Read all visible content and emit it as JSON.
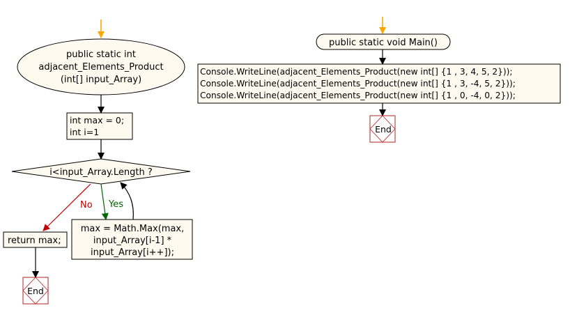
{
  "left_flow": {
    "start": {
      "line1": "public static int",
      "line2": "adjacent_Elements_Product",
      "line3": "(int[] input_Array)"
    },
    "init": {
      "line1": "int max = 0;",
      "line2": "int i=1"
    },
    "decision": {
      "label": "i<input_Array.Length ?",
      "no_label": "No",
      "yes_label": "Yes"
    },
    "body": {
      "line1": "max = Math.Max(max,",
      "line2": "input_Array[i-1] *",
      "line3": "input_Array[i++]);"
    },
    "return_stmt": "return max;",
    "end_label": "End"
  },
  "right_flow": {
    "start": "public static void Main()",
    "statements": [
      "Console.WriteLine(adjacent_Elements_Product(new int[] {1 , 3, 4, 5, 2}));",
      "Console.WriteLine(adjacent_Elements_Product(new int[] {1 , 3, -4, 5, 2}));",
      "Console.WriteLine(adjacent_Elements_Product(new int[] {1 , 0, -4, 0, 2}));"
    ],
    "end_label": "End"
  },
  "colors": {
    "node_fill": "#fffaf0",
    "start_arrow": "#ffa500",
    "no_branch": "#c00000",
    "yes_branch": "#006400",
    "end_border": "#b22222"
  }
}
